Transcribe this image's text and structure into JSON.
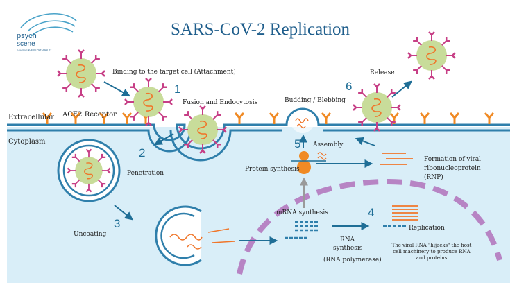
{
  "title": "SARS-CoV-2 Replication",
  "logo": {
    "word1": "psych",
    "word2": "scene",
    "tagline": "EXCELLENCE IN PSYCHIATRY"
  },
  "regions": {
    "extracellular": "Extracellular",
    "cytoplasm": "Cytoplasm"
  },
  "labels": {
    "attachment": "Binding to the target cell (Attachment)",
    "ace2": "ACE2 Receptor",
    "fusion": "Fusion and Endocytosis",
    "penetration": "Penetration",
    "uncoating": "Uncoating",
    "budding": "Budding / Blebbing",
    "assembly": "Assembly",
    "release": "Release",
    "protein_synthesis": "Protein synthesis",
    "formation_line1": "Formation of viral",
    "formation_line2": "ribonucleoprotein",
    "formation_line3": "(RNP)",
    "mrna_synthesis": "mRNA synthesis",
    "replication": "Replication",
    "rna_synthesis_line1": "RNA",
    "rna_synthesis_line2": "synthesis",
    "rna_polymerase": "(RNA polymerase)",
    "hijack_line1": "The viral RNA \"hijacks\" the host",
    "hijack_line2": "cell machinery to produce RNA",
    "hijack_line3": "and proteins"
  },
  "steps": [
    "1",
    "2",
    "3",
    "4",
    "5",
    "6"
  ],
  "colors": {
    "title": "#1f5e8c",
    "membrane": "#2f7fab",
    "cytoplasm": "#d9eef8",
    "receptor": "#f08a24",
    "virus_body": "#c8dc9a",
    "spike": "#c73f86",
    "rna": "#f0762a",
    "nucleus": "#b784c4"
  }
}
